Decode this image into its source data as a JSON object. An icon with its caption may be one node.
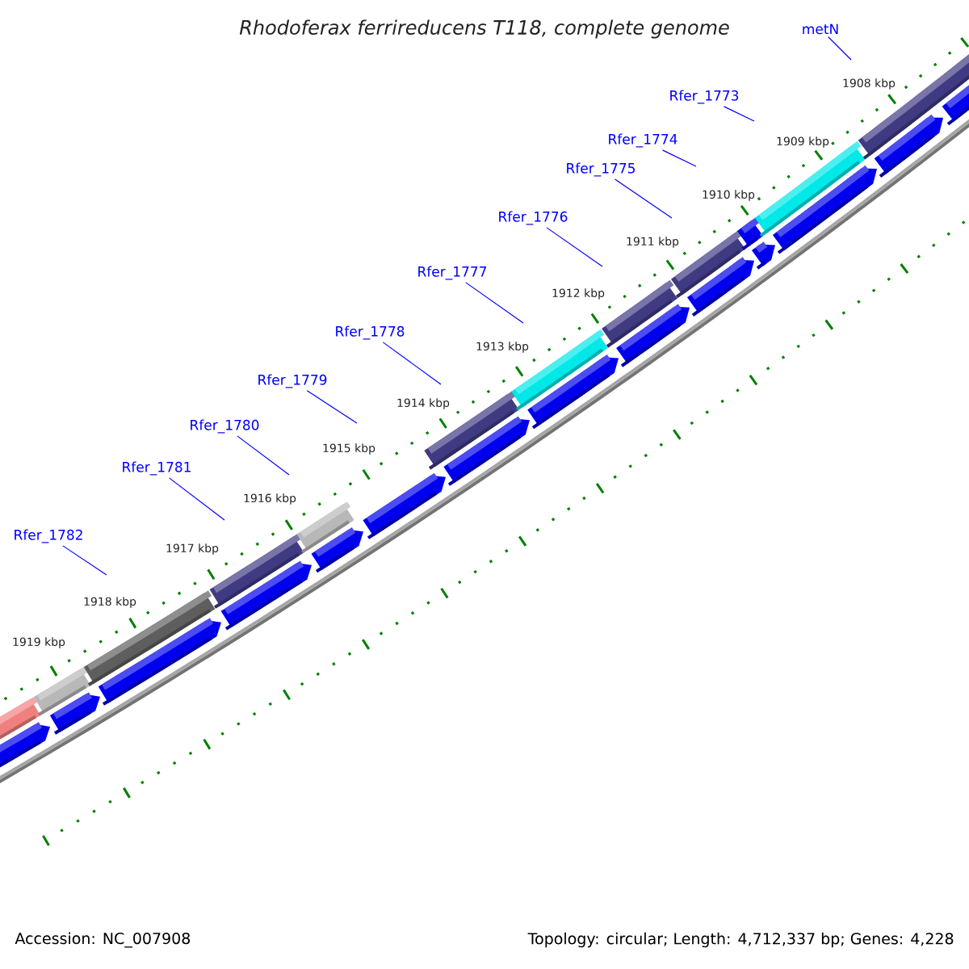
{
  "diagram": {
    "title": "Rhodoferax ferrireducens T118, complete genome",
    "nodes": [
      {
        "text": [
          "metN"
        ]
      },
      {
        "text": [
          "Rfer_1773"
        ]
      },
      {
        "text": [
          "Rfer_1774"
        ]
      },
      {
        "text": [
          "Rfer_1775"
        ]
      },
      {
        "text": [
          "Rfer_1776"
        ]
      },
      {
        "text": [
          "Rfer_1777"
        ]
      },
      {
        "text": [
          "Rfer_1778"
        ]
      },
      {
        "text": [
          "Rfer_1779"
        ]
      },
      {
        "text": [
          "Rfer_1780"
        ]
      },
      {
        "text": [
          "Rfer_1781"
        ]
      },
      {
        "text": [
          "Rfer_1782"
        ]
      }
    ],
    "edges": [
      {
        "from": 0,
        "to": null,
        "arrow": "none"
      },
      {
        "from": 1,
        "to": null,
        "arrow": "none"
      },
      {
        "from": 2,
        "to": null,
        "arrow": "none"
      },
      {
        "from": 3,
        "to": null,
        "arrow": "none"
      },
      {
        "from": 4,
        "to": null,
        "arrow": "none"
      },
      {
        "from": 5,
        "to": null,
        "arrow": "none"
      },
      {
        "from": 6,
        "to": null,
        "arrow": "none"
      },
      {
        "from": 7,
        "to": null,
        "arrow": "none"
      },
      {
        "from": 8,
        "to": null,
        "arrow": "none"
      },
      {
        "from": 9,
        "to": null,
        "arrow": "none"
      },
      {
        "from": 10,
        "to": null,
        "arrow": "none"
      }
    ],
    "labels": [
      "1908 kbp",
      "1909 kbp",
      "1910 kbp",
      "1911 kbp",
      "1912 kbp",
      "1913 kbp",
      "1914 kbp",
      "1915 kbp",
      "1916 kbp",
      "1917 kbp",
      "1918 kbp",
      "1919 kbp",
      "Accession: NC_007908",
      "Topology: circular; Length: 4,712,337 bp; Genes: 4,228"
    ]
  }
}
